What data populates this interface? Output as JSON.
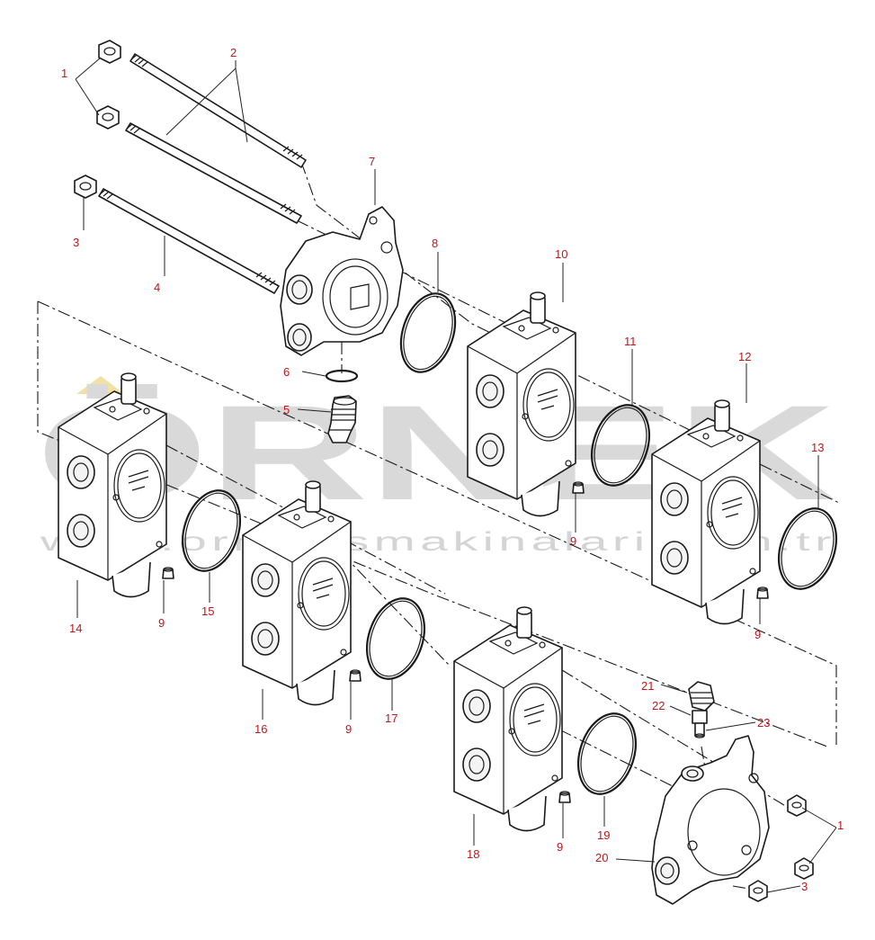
{
  "watermark": {
    "brand": "ÖRNEK",
    "url": "www.ornekismakinalari.com.tr",
    "accent": "#f2e1a5"
  },
  "colors": {
    "callout": "#c0171b",
    "line": "#1a1a1a",
    "background": "#ffffff"
  },
  "callouts": {
    "c1a": "1",
    "c1b": "1",
    "c2": "2",
    "c3a": "3",
    "c3b": "3",
    "c4": "4",
    "c5": "5",
    "c6": "6",
    "c7": "7",
    "c8": "8",
    "c9a": "9",
    "c9b": "9",
    "c9c": "9",
    "c9d": "9",
    "c9e": "9",
    "c10": "10",
    "c11": "11",
    "c12": "12",
    "c13": "13",
    "c14": "14",
    "c15": "15",
    "c16": "16",
    "c17": "17",
    "c18": "18",
    "c19": "19",
    "c20": "20",
    "c21": "21",
    "c22": "22",
    "c23": "23"
  }
}
